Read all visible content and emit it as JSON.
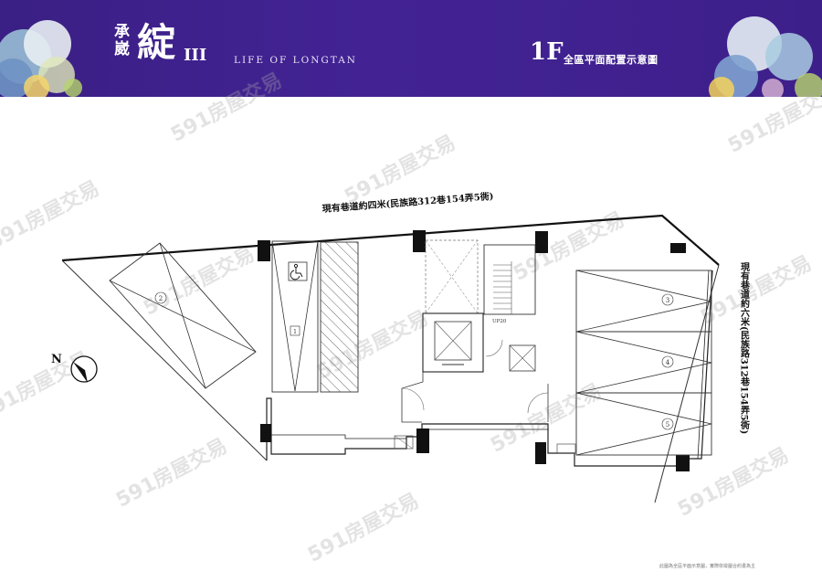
{
  "header": {
    "brand_line1": "承",
    "brand_line2": "崴",
    "brand_main": "綻",
    "brand_numeral": "III",
    "brand_subtitle": "LIFE OF LONGTAN",
    "floor_number": "1F",
    "floor_title": "全區平面配置示意圖",
    "background_color": "#3d1f8a"
  },
  "plan": {
    "road_north": "現有巷道約四米(民族路312巷154弄5衖)",
    "road_east": "現有巷道約六米(民族路312巷154弄5衖)",
    "compass": "N",
    "parking_spaces": [
      "1",
      "2",
      "3",
      "4",
      "5"
    ],
    "stair_label": "UP20",
    "accessible_icon": "wheelchair-icon"
  },
  "footer": {
    "note": "此圖為全區平面示意圖，實際依竣圖合約書為主"
  },
  "watermark": {
    "text": "591房屋交易"
  }
}
